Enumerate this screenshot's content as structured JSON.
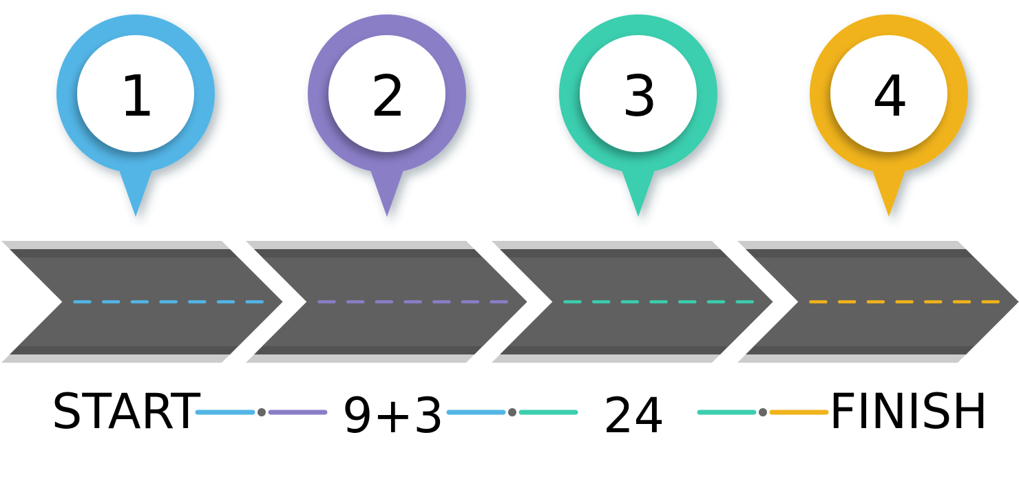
{
  "diagram": {
    "title": "",
    "steps": [
      {
        "number": "1",
        "color": "#52B5E6"
      },
      {
        "number": "2",
        "color": "#8A7EC7"
      },
      {
        "number": "3",
        "color": "#3BCEAF"
      },
      {
        "number": "4",
        "color": "#F0B31B"
      }
    ],
    "labels": [
      "START",
      "9+3",
      "24",
      "FINISH"
    ],
    "connectors": [
      {
        "left_color": "#52B5E6",
        "right_color": "#8A7EC7"
      },
      {
        "left_color": "#52B5E6",
        "right_color": "#3BCEAF"
      },
      {
        "left_color": "#3BCEAF",
        "right_color": "#F0B31B"
      }
    ],
    "road": {
      "shoulder_color": "#CCCCCC",
      "edge_color": "#525252",
      "surface_color": "#606060",
      "connector_dot_color": "#666666"
    }
  }
}
